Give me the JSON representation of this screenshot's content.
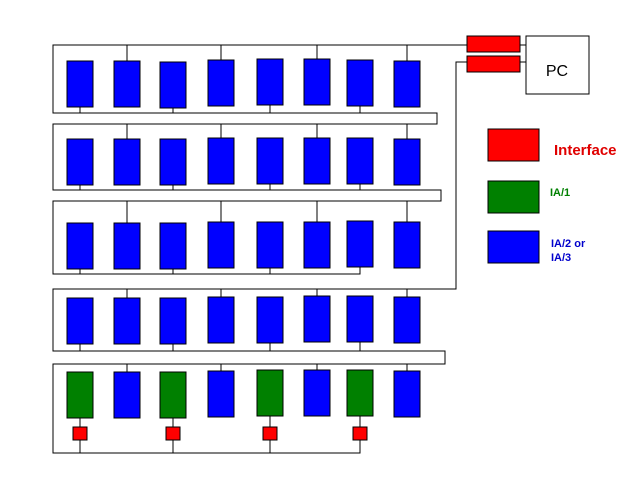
{
  "colors": {
    "interface": "#ff0000",
    "ia1": "#008000",
    "ia23": "#0000ff",
    "wire": "#000000"
  },
  "pc": {
    "label": "PC"
  },
  "legend": {
    "interface": {
      "label": "Interface"
    },
    "ia1": {
      "label": "IA/1"
    },
    "ia23": {
      "label_line1": "IA/2 or",
      "label_line2": "IA/3"
    }
  },
  "racks": [
    {
      "modules": [
        "ia23",
        "ia23",
        "ia23",
        "ia23",
        "ia23",
        "ia23",
        "ia23",
        "ia23"
      ]
    },
    {
      "modules": [
        "ia23",
        "ia23",
        "ia23",
        "ia23",
        "ia23",
        "ia23",
        "ia23",
        "ia23"
      ]
    },
    {
      "modules": [
        "ia23",
        "ia23",
        "ia23",
        "ia23",
        "ia23",
        "ia23",
        "ia23",
        "ia23"
      ]
    },
    {
      "modules": [
        "ia23",
        "ia23",
        "ia23",
        "ia23",
        "ia23",
        "ia23",
        "ia23",
        "ia23"
      ]
    },
    {
      "modules": [
        "ia1",
        "ia23",
        "ia1",
        "ia23",
        "ia1",
        "ia23",
        "ia1",
        "ia23"
      ],
      "interfaces_under": [
        0,
        2,
        4,
        6
      ]
    }
  ]
}
